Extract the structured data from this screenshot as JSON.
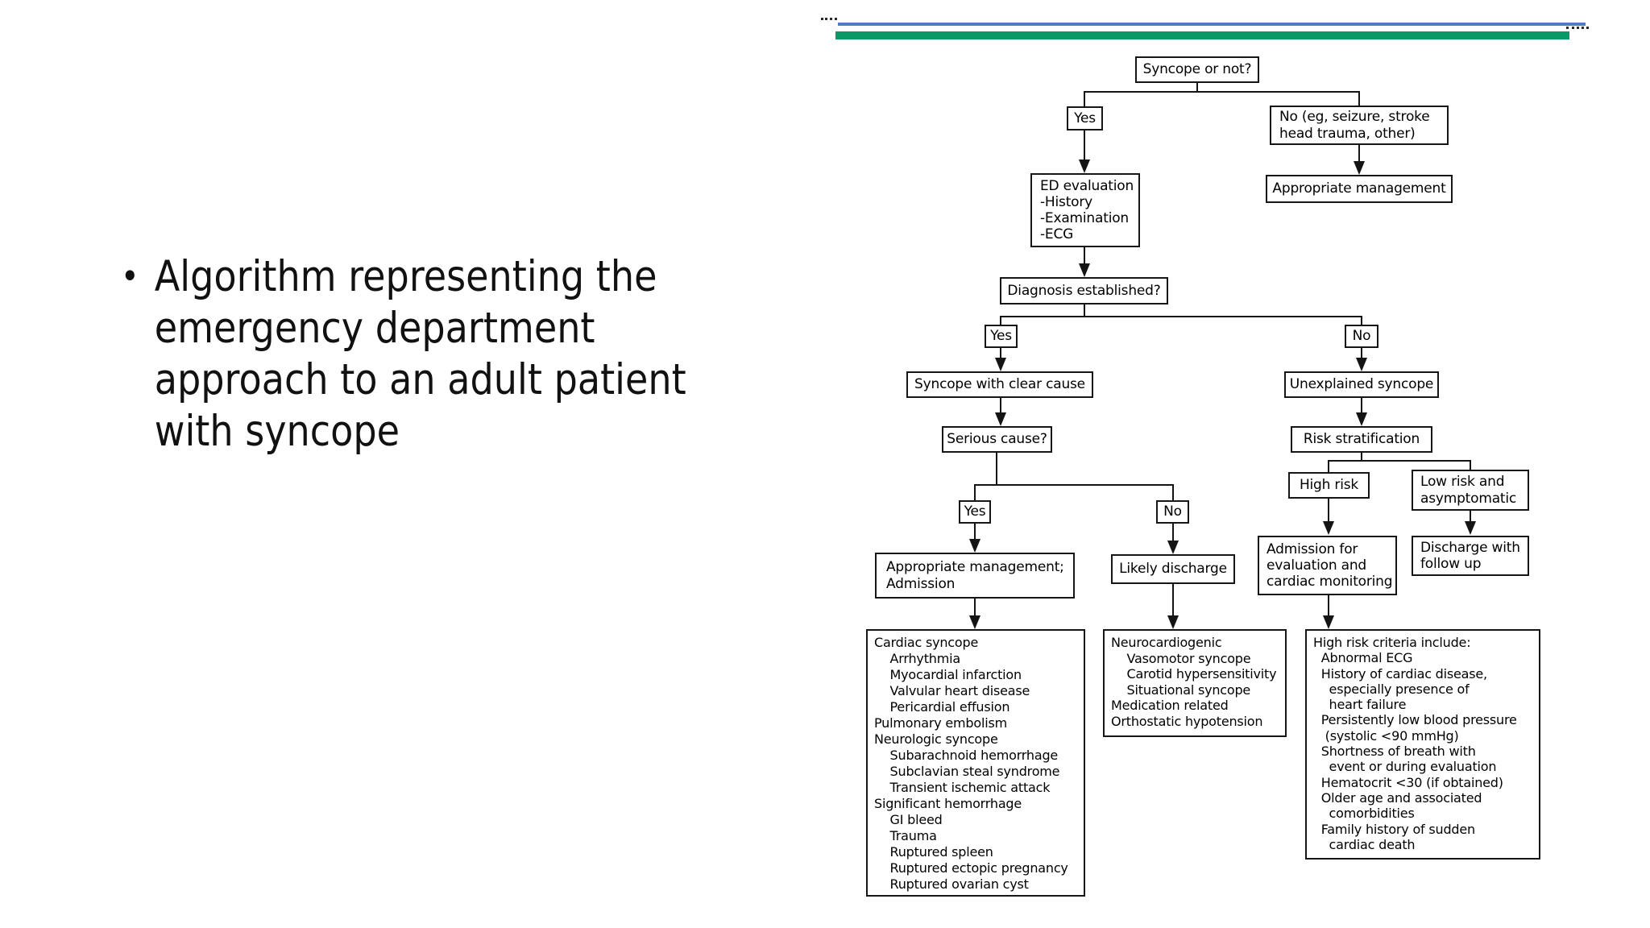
{
  "decor": {
    "blue_line_color": "#4a7ebc",
    "green_bar_color": "#089a66"
  },
  "caption": {
    "bullet": "•",
    "lines": [
      "Algorithm representing the",
      "emergency department",
      "approach to an adult patient",
      "with syncope"
    ]
  },
  "flowchart": {
    "nodes": {
      "syncope_or_not": "Syncope or not?",
      "yes_1": "Yes",
      "no_seizure": "No (eg, seizure, stroke\nhead trauma, other)",
      "ed_evaluation": "ED evaluation\n -History\n -Examination\n -ECG",
      "appropriate_management": "Appropriate management",
      "diagnosis_established": "Diagnosis established?",
      "yes_2": "Yes",
      "no_2": "No",
      "syncope_clear_cause": "Syncope with clear cause",
      "unexplained_syncope": "Unexplained syncope",
      "serious_cause": "Serious cause?",
      "risk_stratification": "Risk stratification",
      "high_risk": "High risk",
      "low_risk": "Low risk and\nasymptomatic",
      "yes_3": "Yes",
      "no_3": "No",
      "appropriate_management_admission": "Appropriate management;\nAdmission",
      "likely_discharge": "Likely discharge",
      "admission_evaluation": "Admission for\nevaluation and\ncardiac monitoring",
      "discharge_followup": "Discharge with\nfollow up",
      "serious_causes_list": "Cardiac syncope\n    Arrhythmia\n    Myocardial infarction\n    Valvular heart disease\n    Pericardial effusion\nPulmonary embolism\nNeurologic syncope\n    Subarachnoid hemorrhage\n    Subclavian steal syndrome\n    Transient ischemic attack\nSignificant hemorrhage\n    GI bleed\n    Trauma\n    Ruptured spleen\n    Ruptured ectopic pregnancy\n    Ruptured ovarian cyst",
      "benign_causes_list": "Neurocardiogenic\n    Vasomotor syncope\n    Carotid hypersensitivity\n    Situational syncope\nMedication related\nOrthostatic hypotension",
      "high_risk_criteria_list": "High risk criteria include:\n  Abnormal ECG\n  History of cardiac disease,\n    especially presence of\n    heart failure\n  Persistently low blood pressure\n   (systolic <90 mmHg)\n  Shortness of breath with\n    event or during evaluation\n  Hematocrit <30 (if obtained)\n  Older age and associated\n    comorbidities\n  Family history of sudden\n    cardiac death"
    }
  }
}
